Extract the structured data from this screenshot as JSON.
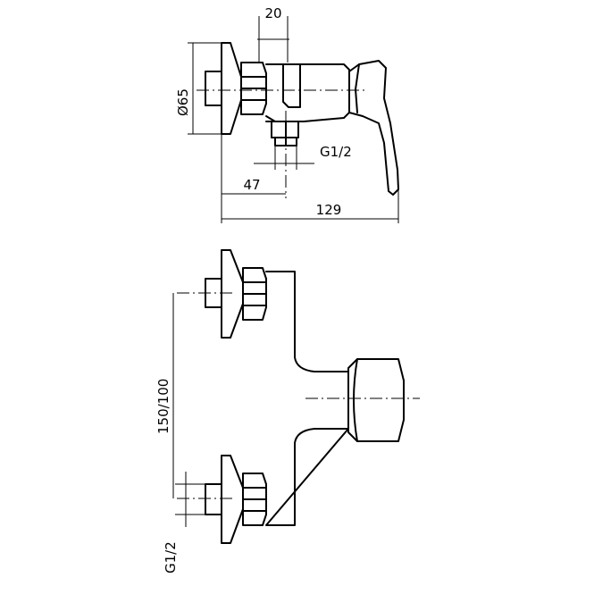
{
  "dimensions": {
    "offset_top": "20",
    "flange_diameter": "Ø65",
    "thread_side": "G1/2",
    "outlet_distance": "47",
    "total_depth": "129",
    "inlet_spacing": "150/100",
    "thread_front": "G1/2"
  }
}
